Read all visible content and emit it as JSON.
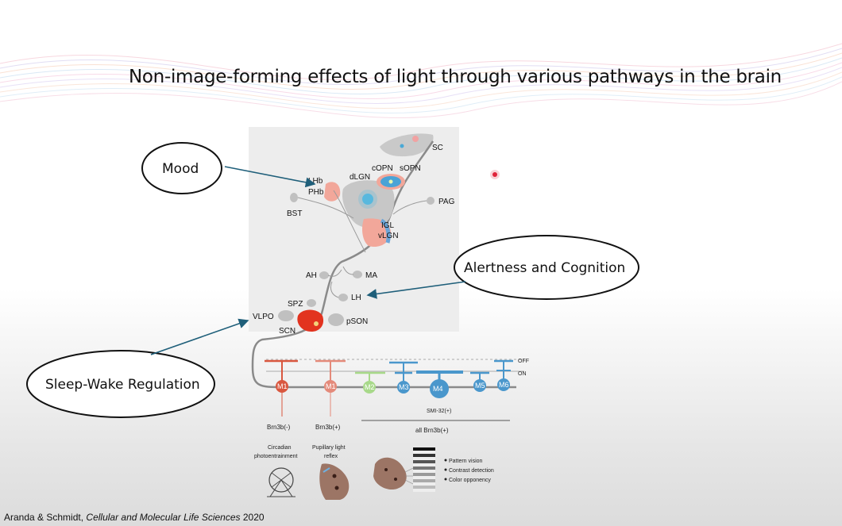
{
  "slide": {
    "title": "Non-image-forming effects of light through various pathways in the brain",
    "citation": {
      "authors": "Aranda & Schmidt,",
      "journal": "Cellular and Molecular Life Sciences",
      "year": "2020"
    }
  },
  "callouts": {
    "mood": "Mood",
    "alertness": "Alertness and Cognition",
    "sleep": "Sleep-Wake Regulation"
  },
  "brain_regions": {
    "sc": "SC",
    "copn": "cOPN",
    "sopn": "sOPN",
    "dlgn": "dLGN",
    "lhb": "LHb",
    "phb": "PHb",
    "bst": "BST",
    "pag": "PAG",
    "igl": "IGL",
    "vlgn": "vLGN",
    "ah": "AH",
    "ma": "MA",
    "lh": "LH",
    "spz": "SPZ",
    "vlpo": "VLPO",
    "scn": "SCN",
    "pson": "pSON"
  },
  "retina": {
    "off": "OFF",
    "on": "ON",
    "cells": [
      "M1",
      "M1",
      "M2",
      "M3",
      "M4",
      "M5",
      "M6"
    ],
    "markers": {
      "brn3b_neg": "Brn3b(-)",
      "brn3b_pos": "Brn3b(+)",
      "smi32": "SMI-32(+)",
      "all_brn3b": "all Brn3b(+)"
    }
  },
  "functions": {
    "circadian_line1": "Circadian",
    "circadian_line2": "photoentrainment",
    "pupillary_line1": "Pupillary light",
    "pupillary_line2": "reflex",
    "bullets": [
      "Pattern vision",
      "Contrast detection",
      "Color opponency"
    ]
  },
  "colors": {
    "m1": "#d9573f",
    "m2": "#a8d98a",
    "m3_m6": "#4a97cc",
    "arrow": "#1f5f7a",
    "brain_gray": "#c9c9c9"
  }
}
